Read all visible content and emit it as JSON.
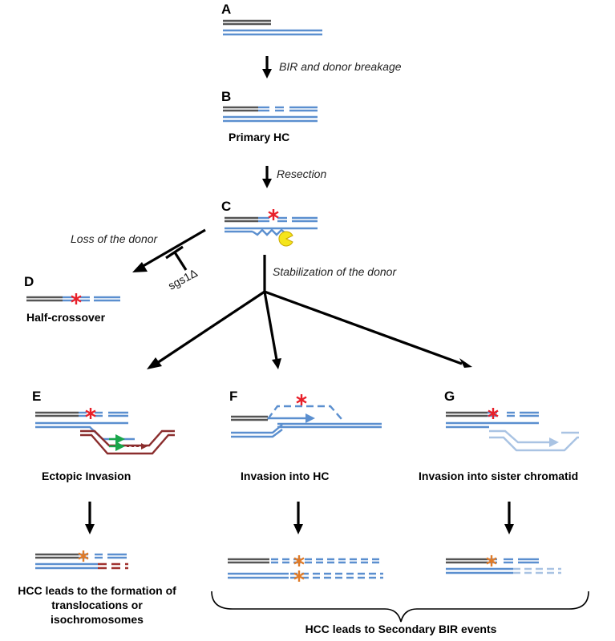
{
  "panels": {
    "A": "A",
    "B": "B",
    "C": "C",
    "D": "D",
    "E": "E",
    "F": "F",
    "G": "G"
  },
  "steps": {
    "bir_breakage": "BIR and donor breakage",
    "resection": "Resection",
    "loss": "Loss of the donor",
    "stabilization": "Stabilization of the donor",
    "sgs1": "sgs1Δ"
  },
  "labels": {
    "primary_hc": "Primary HC",
    "half_crossover": "Half-crossover",
    "ectopic": "Ectopic Invasion",
    "into_hc": "Invasion into HC",
    "into_sister": "Invasion into sister chromatid",
    "hcc_trans_1": "HCC leads to the formation of",
    "hcc_trans_2": "translocations or",
    "hcc_trans_3": "isochromosomes",
    "hcc_secondary": "HCC leads to Secondary BIR events"
  },
  "colors": {
    "gray": "#555555",
    "blue": "#5b8fcf",
    "light_blue": "#a9c3e3",
    "dark_red": "#8b2e2e",
    "green": "#1aa64b",
    "red_star": "#e8202a",
    "orange_star": "#e07b28",
    "nuclease": "#f5e51b"
  }
}
